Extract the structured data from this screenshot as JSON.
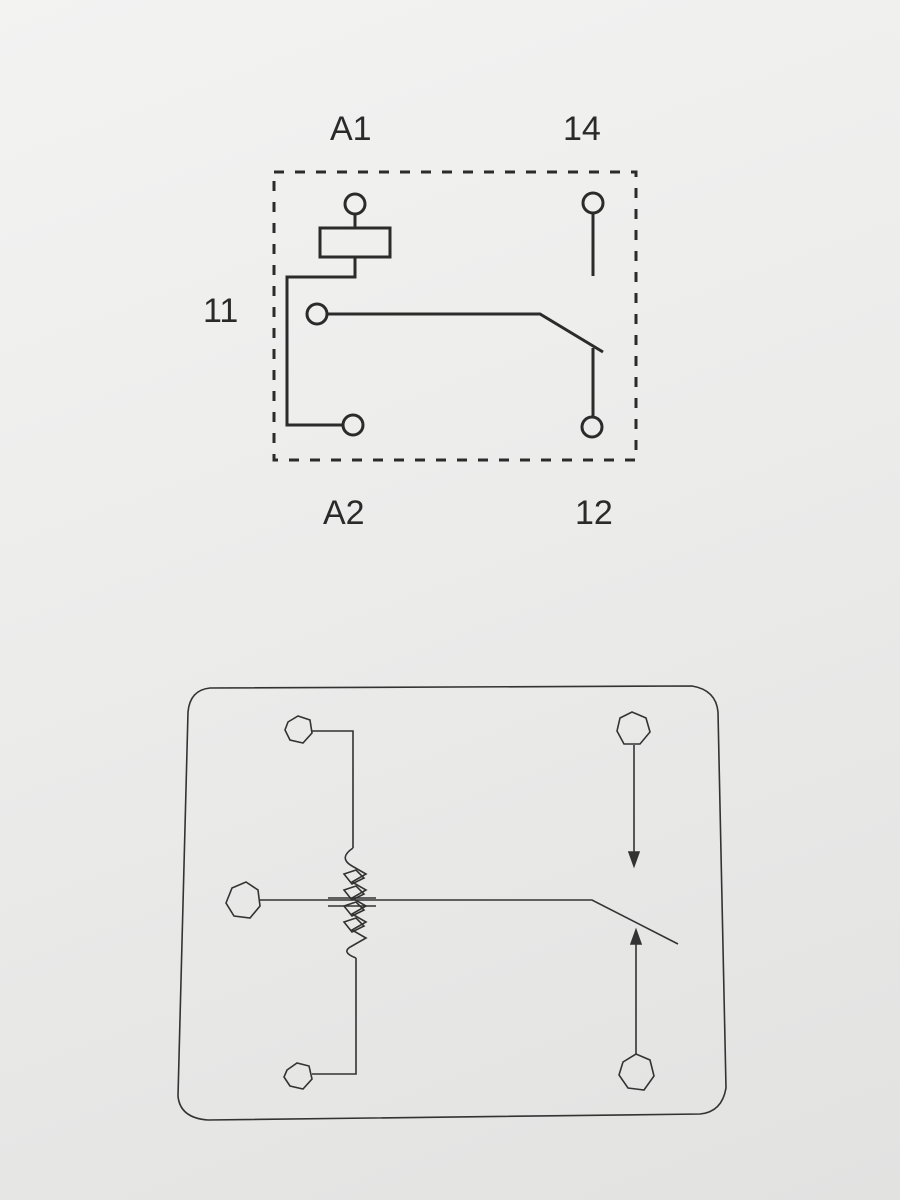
{
  "schematic": {
    "terminals": {
      "coil_top": "A1",
      "coil_bottom": "A2",
      "common": "11",
      "normally_open": "14",
      "normally_closed": "12"
    }
  },
  "colors": {
    "ink": "#2b2b2b",
    "paper": "#eeeeed"
  }
}
